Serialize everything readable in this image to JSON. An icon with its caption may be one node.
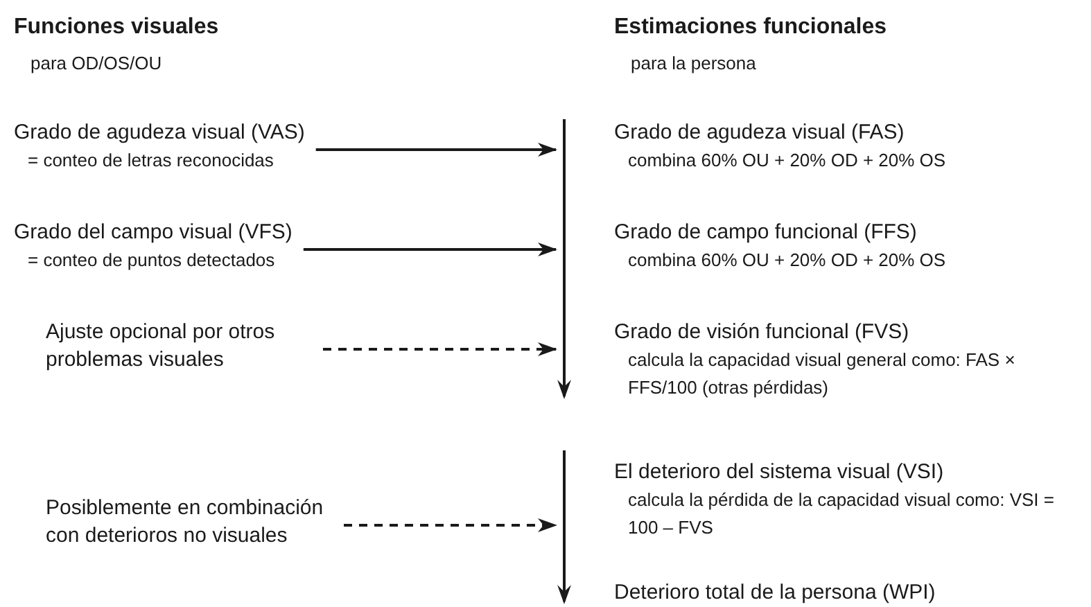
{
  "diagram": {
    "nodes": [
      {
        "text": [
          "Grado de agudeza visual (VAS)",
          "= conteo de letras reconocidas"
        ]
      },
      {
        "text": [
          "Grado del campo visual (VFS)",
          "= conteo de puntos detectados"
        ]
      },
      {
        "text": [
          "Ajuste opcional por otros problemas visuales"
        ]
      },
      {
        "text": [
          "Posiblemente en combinación con deterioros no visuales"
        ]
      },
      {
        "text": [],
        "shape": "bar"
      },
      {
        "text": [],
        "shape": "bar"
      },
      {
        "text": [
          "Grado de agudeza visual (FAS)",
          "combina 60% OU + 20% OD + 20% OS"
        ]
      },
      {
        "text": [
          "Grado de campo funcional (FFS)",
          "combina 60% OU + 20% OD + 20% OS"
        ]
      },
      {
        "text": [
          "Grado de visión funcional (FVS)",
          "calcula la capacidad visual general como: FAS × FFS/100 (otras pérdidas)"
        ]
      },
      {
        "text": [
          "El deterioro del sistema visual (VSI)",
          "calcula la pérdida de la capacidad visual como: VSI = 100 – FVS"
        ]
      },
      {
        "text": [
          "Deterioro total de la persona (WPI)"
        ]
      }
    ],
    "edges": [
      {
        "from": 0,
        "to": 4,
        "arrow": "to"
      },
      {
        "from": 1,
        "to": 4,
        "arrow": "to"
      },
      {
        "from": 2,
        "to": 4,
        "arrow": "to",
        "style": "dashed"
      },
      {
        "from": 3,
        "to": 5,
        "arrow": "to",
        "style": "dashed"
      }
    ],
    "labels": [
      "Funciones visuales",
      "para OD/OS/OU",
      "Estimaciones funcionales",
      "para la persona"
    ]
  }
}
